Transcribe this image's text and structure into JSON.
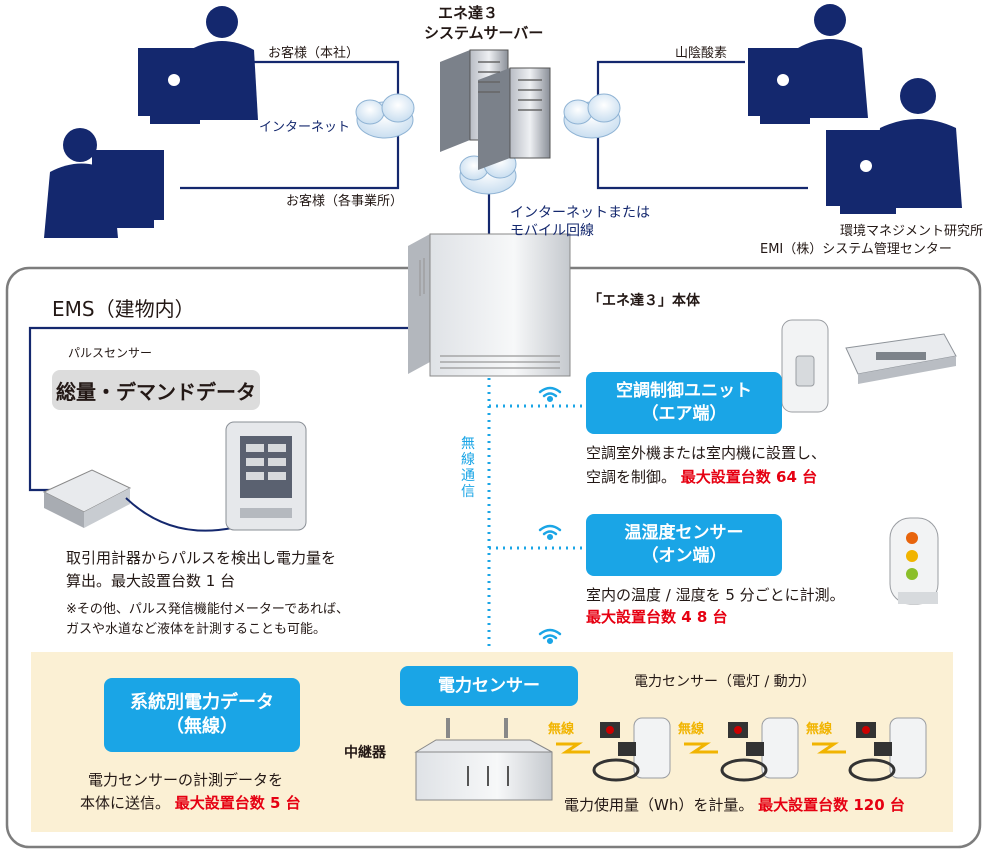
{
  "server_title_line1": "エネ達３",
  "server_title_line2": "システムサーバー",
  "customer_hq": "お客様（本社）",
  "customer_branch": "お客様（各事業所）",
  "internet": "インターネット",
  "sanin": "山陰酸素",
  "emi_line1": "環境マネジメント研究所",
  "emi_line2": "EMI（株）システム管理センター",
  "internet_or_mobile_1": "インターネットまたは",
  "internet_or_mobile_2": "モバイル回線",
  "ems_label": "EMS（建物内）",
  "main_unit": "「エネ達３」本体",
  "pulse_sensor": "パルスセンサー",
  "total_demand": "総量・デマンドデータ",
  "pulse_desc_1": "取引用計器からパルスを検出し電力量を",
  "pulse_desc_2": "算出。最大設置台数 1 台",
  "pulse_note_1": "※その他、パルス発信機能付メーターであれば、",
  "pulse_note_2": "ガスや水道など液体を計測することも可能。",
  "wireless_vertical": "無線通信",
  "ac_unit_line1": "空調制御ユニット",
  "ac_unit_line2": "（エア端）",
  "ac_desc_1": "空調室外機または室内機に設置し、",
  "ac_desc_2": "空調を制御。",
  "ac_max": "最大設置台数 64 台",
  "temp_line1": "温湿度センサー",
  "temp_line2": "（オン端）",
  "temp_desc": "室内の温度 / 湿度を 5 分ごとに計測。",
  "temp_max": "最大設置台数 4 8 台",
  "power_sensor": "電力センサー",
  "power_sensor_types": "電力センサー（電灯 / 動力）",
  "relay": "中継器",
  "wireless": "無線",
  "system_data_line1": "系統別電力データ",
  "system_data_line2": "（無線）",
  "system_desc_1": "電力センサーの計測データを",
  "system_desc_2": "本体に送信。",
  "system_max": "最大設置台数 5 台",
  "power_desc": "電力使用量（Wh）を計量。",
  "power_max": "最大設置台数 120 台",
  "colors": {
    "accent_blue": "#1aa5e6",
    "dark_blue": "#14286e",
    "highlight_red": "#e60012",
    "cream": "#fbf0d4"
  }
}
